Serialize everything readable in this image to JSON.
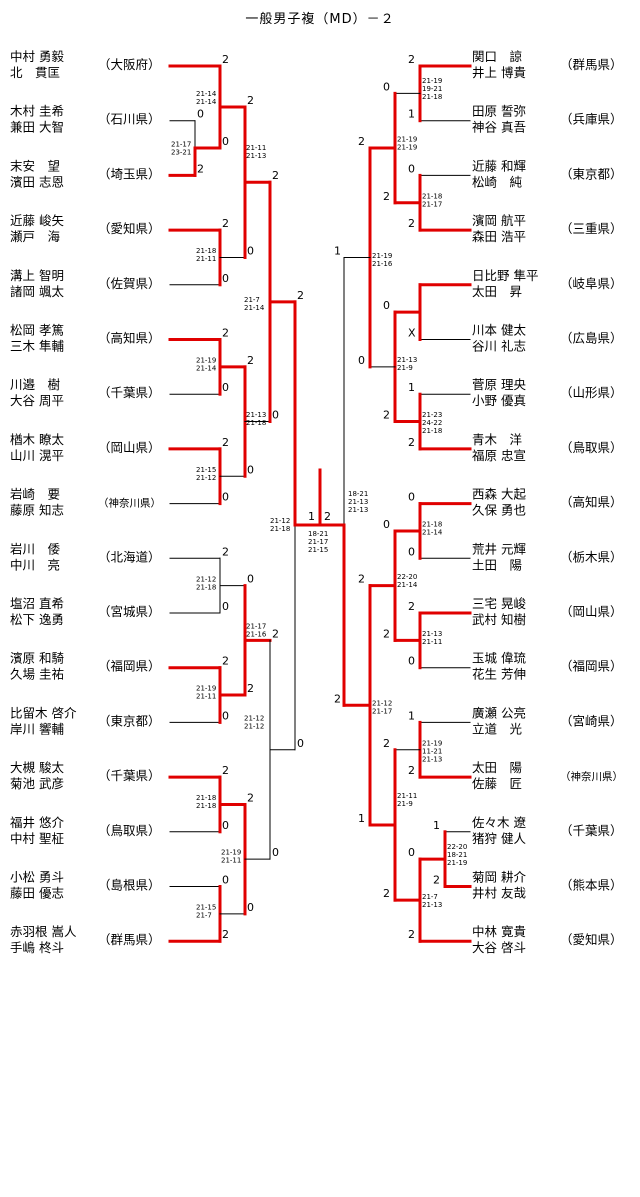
{
  "title": "一般男子複（MD）－２",
  "left_teams": [
    {
      "p1": "中村 勇毅",
      "p2": "北　貫匡",
      "pref": "（大阪府）"
    },
    {
      "p1": "木村 圭希",
      "p2": "兼田 大智",
      "pref": "（石川県）"
    },
    {
      "p1": "末安　望",
      "p2": "濱田 志恩",
      "pref": "（埼玉県）"
    },
    {
      "p1": "近藤 峻矢",
      "p2": "瀬戸　海",
      "pref": "（愛知県）"
    },
    {
      "p1": "溝上 智明",
      "p2": "諸岡 颯太",
      "pref": "（佐賀県）"
    },
    {
      "p1": "松岡 孝篤",
      "p2": "三木 隼輔",
      "pref": "（高知県）"
    },
    {
      "p1": "川邉　樹",
      "p2": "大谷 周平",
      "pref": "（千葉県）"
    },
    {
      "p1": "楢木 瞭太",
      "p2": "山川 滉平",
      "pref": "（岡山県）"
    },
    {
      "p1": "岩崎　要",
      "p2": "藤原 知志",
      "pref": "（神奈川県）"
    },
    {
      "p1": "岩川　倭",
      "p2": "中川　亮",
      "pref": "（北海道）"
    },
    {
      "p1": "塩沼 直希",
      "p2": "松下 逸勇",
      "pref": "（宮城県）"
    },
    {
      "p1": "濱原 和騎",
      "p2": "久場 圭祐",
      "pref": "（福岡県）"
    },
    {
      "p1": "比留木 啓介",
      "p2": "岸川 響輔",
      "pref": "（東京都）"
    },
    {
      "p1": "大槻 駿太",
      "p2": "菊池 武彦",
      "pref": "（千葉県）"
    },
    {
      "p1": "福井 悠介",
      "p2": "中村 聖柾",
      "pref": "（鳥取県）"
    },
    {
      "p1": "小松 勇斗",
      "p2": "藤田 優志",
      "pref": "（島根県）"
    },
    {
      "p1": "赤羽根 嵩人",
      "p2": "手嶋 柊斗",
      "pref": "（群馬県）"
    }
  ],
  "right_teams": [
    {
      "p1": "関口　諒",
      "p2": "井上 博貴",
      "pref": "（群馬県）"
    },
    {
      "p1": "田原 誓弥",
      "p2": "神谷 真吾",
      "pref": "（兵庫県）"
    },
    {
      "p1": "近藤 和輝",
      "p2": "松崎　純",
      "pref": "（東京都）"
    },
    {
      "p1": "濱岡 航平",
      "p2": "森田 浩平",
      "pref": "（三重県）"
    },
    {
      "p1": "日比野 隼平",
      "p2": "太田　昇",
      "pref": "（岐阜県）"
    },
    {
      "p1": "川本 健太",
      "p2": "谷川 礼志",
      "pref": "（広島県）"
    },
    {
      "p1": "菅原 理央",
      "p2": "小野 優真",
      "pref": "（山形県）"
    },
    {
      "p1": "青木　洋",
      "p2": "福原 忠宣",
      "pref": "（鳥取県）"
    },
    {
      "p1": "西森 大起",
      "p2": "久保 勇也",
      "pref": "（高知県）"
    },
    {
      "p1": "荒井 元輝",
      "p2": "土田　陽",
      "pref": "（栃木県）"
    },
    {
      "p1": "三宅 晃峻",
      "p2": "武村 知樹",
      "pref": "（岡山県）"
    },
    {
      "p1": "玉城 偉琉",
      "p2": "花生 芳伸",
      "pref": "（福岡県）"
    },
    {
      "p1": "廣瀬 公亮",
      "p2": "立道　光",
      "pref": "（宮崎県）"
    },
    {
      "p1": "太田　陽",
      "p2": "佐藤　匠",
      "pref": "（神奈川県）"
    },
    {
      "p1": "佐々木 遼",
      "p2": "猪狩 健人",
      "pref": "（千葉県）"
    },
    {
      "p1": "菊岡 耕介",
      "p2": "井村 友哉",
      "pref": "（熊本県）"
    },
    {
      "p1": "中林 寛貴",
      "p2": "大谷 啓斗",
      "pref": "（愛知県）"
    }
  ],
  "round_scores": {
    "L": [
      [
        "2",
        "0",
        "0",
        "2"
      ],
      [
        "2",
        "0",
        "0",
        "2",
        "0",
        "2",
        "0"
      ],
      [
        "0",
        "2",
        "2",
        "0",
        "2",
        "0"
      ],
      [
        "2",
        "0",
        "0",
        "2"
      ],
      [
        "2",
        "0",
        "0",
        "2",
        "0",
        "2"
      ],
      [
        "2",
        "0",
        "0",
        "2",
        "0",
        "2"
      ]
    ],
    "R": [
      [
        "2",
        "0",
        "1",
        "2",
        "0",
        "2"
      ],
      [
        "0",
        "2",
        "2",
        "X",
        "1",
        "2"
      ],
      [
        "2",
        "0",
        "2",
        "0",
        "1",
        "2"
      ],
      [
        "1",
        "2",
        "0",
        "2",
        "2",
        "2"
      ]
    ]
  },
  "bracket_scores": {
    "l_r1a": "2",
    "l_r1b": "0",
    "l_r1c": "0",
    "l_r1d": "2",
    "l_r2a": "2",
    "l_r2b": "0",
    "l_r3a": "2",
    "l_r3b": "0",
    "l_r3c": "2",
    "l_r3d": "0",
    "l_r4a": "2",
    "l_r4b": "0",
    "l_r5a": "0",
    "l_r5b": "2",
    "l_r5c": "0",
    "l_r6a": "2",
    "l_r6b": "0",
    "l_r6c": "2",
    "l_r6d": "0",
    "l_r7a": "2",
    "l_r7b": "0",
    "l_r8a": "0",
    "l_r8b": "2",
    "l_r8c": "0",
    "l_r8d": "2",
    "l_r9a": "2",
    "l_r9b": "0",
    "l_r9c": "0",
    "l_s2a": "2",
    "l_s2b": "0",
    "l_s2c": "0",
    "l_s2d": "2",
    "l_s3a": "2",
    "l_s3b": "0",
    "l_s4": "0",
    "l_semi": "2",
    "l_final": "1",
    "r_final": "2",
    "r_r1a": "2",
    "r_r1b": "1",
    "r_r2a": "0",
    "r_r2b": "2",
    "r_r3a": "0",
    "r_r3b": "X",
    "r_r4a": "1",
    "r_r4b": "2",
    "r_r5a": "2",
    "r_r5b": "0",
    "r_r6a": "2",
    "r_r6b": "0",
    "r_r7a": "1",
    "r_r7b": "2",
    "r_r8a": "1",
    "r_r8b": "2",
    "r_r8c": "2",
    "r_s1a": "0",
    "r_s1b": "2",
    "r_s2a": "0",
    "r_s2b": "2",
    "r_s3a": "0",
    "r_s3b": "2",
    "r_s4a": "0",
    "r_s4b": "2",
    "r_q1a": "2",
    "r_q1b": "1",
    "r_q2a": "0",
    "r_q2b": "2",
    "r_q3": "1",
    "r_q4": "2",
    "r_semi": "2"
  },
  "game_scores": {
    "l1": [
      "21-14",
      "21-14"
    ],
    "l2": [
      "21-17",
      "23-21"
    ],
    "l3": [
      "21-11",
      "21-13"
    ],
    "l4": [
      "21-18",
      "21-11"
    ],
    "l5": [
      "21-7",
      "21-14"
    ],
    "l6": [
      "21-19",
      "21-14"
    ],
    "l7": [
      "21-13",
      "21-18"
    ],
    "l8": [
      "21-15",
      "21-12"
    ],
    "l9": [
      "21-12",
      "21-18"
    ],
    "l10": [
      "21-12",
      "21-18"
    ],
    "l11": [
      "21-17",
      "21-16"
    ],
    "l12": [
      "21-19",
      "21-11"
    ],
    "l13": [
      "21-12",
      "21-12"
    ],
    "l14": [
      "21-18",
      "21-18"
    ],
    "l15": [
      "21-19",
      "21-11"
    ],
    "l16": [
      "21-15",
      "21-7"
    ],
    "cf": [
      "18-21",
      "21-17",
      "21-15"
    ],
    "cf2": [
      "18-21",
      "21-13",
      "21-13"
    ],
    "r1": [
      "21-19",
      "19-21",
      "21-18"
    ],
    "r2": [
      "21-19",
      "21-19"
    ],
    "r3": [
      "21-18",
      "21-17"
    ],
    "r4": [
      "21-19",
      "21-16"
    ],
    "r5": [
      "21-13",
      "21-9"
    ],
    "r6": [
      "21-23",
      "24-22",
      "21-18"
    ],
    "r7": [
      "21-18",
      "21-14"
    ],
    "r8": [
      "22-20",
      "21-14"
    ],
    "r9": [
      "21-13",
      "21-11"
    ],
    "r10": [
      "21-12",
      "21-17"
    ],
    "r11": [
      "21-19",
      "11-21",
      "21-13"
    ],
    "r12": [
      "21-11",
      "21-9"
    ],
    "r13": [
      "22-20",
      "18-21",
      "21-19"
    ],
    "r14": [
      "21-7",
      "21-13"
    ]
  }
}
